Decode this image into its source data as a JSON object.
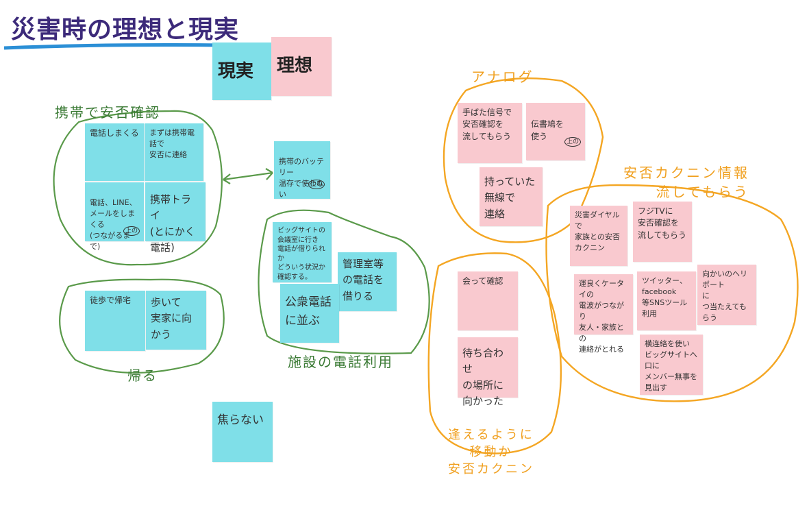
{
  "title": "災害時の理想と現実",
  "legend": {
    "real": "現実",
    "ideal": "理想"
  },
  "colors": {
    "real": "#7fdfe8",
    "ideal": "#f9c9cf",
    "green": "#5a9a4a",
    "orange": "#f4a623",
    "title": "#3c2a7a"
  },
  "groups": {
    "phone_check": "携帯で安否確認",
    "go_home": "帰る",
    "facility_phone": "施設の電話利用",
    "analog": "アナログ",
    "info_flow": "安否カクニン情報\n流してもらう",
    "meet": "逢えるように\n移動か\n安否カクニン"
  },
  "notes": {
    "n1": "電話しまくる",
    "n2": "まずは携帯電話で\n安否に連絡",
    "n3": "電話、LINE、\nメールをしまくる\n(つながるまで)",
    "n3_mark": "上の",
    "n4": "携帯トライ\n(とにかく電話)",
    "n5": "携帯のバッテリー\n温存で使わない",
    "n5_mark": "上の",
    "n6": "徒歩で帰宅",
    "n7": "歩いて\n実家に向かう",
    "n8": "ビッグサイトの\n会議室に行き\n電話が借りられか\nどういう状況か\n確認する。",
    "n9": "管理室等\nの電話を\n借りる",
    "n10": "公衆電話\nに並ぶ",
    "n11": "焦らない",
    "a1": "手ばた信号で\n安否確認を\n流してもらう",
    "a2": "伝書鳩を\n使う",
    "a2_mark": "上の",
    "a3": "持っていた\n無線で\n連絡",
    "b1": "災害ダイヤルで\n家族との安否\nカクニン",
    "b2": "フジTVに\n安否確認を\n流してもらう",
    "b3": "運良くケータイの\n電波がつながり\n友人・家族との\n連絡がとれる",
    "b4": "ツイッター、facebook\n等SNSツール\n利用",
    "b5": "向かいのヘリポート\nに\nつ当たえてもらう",
    "b6": "横连絡を使い\nビッグサイトへ口に\nメンバー無事を\n見出す",
    "c1": "会って確認",
    "c2": "待ち合わせ\nの場所に\n向かった"
  }
}
